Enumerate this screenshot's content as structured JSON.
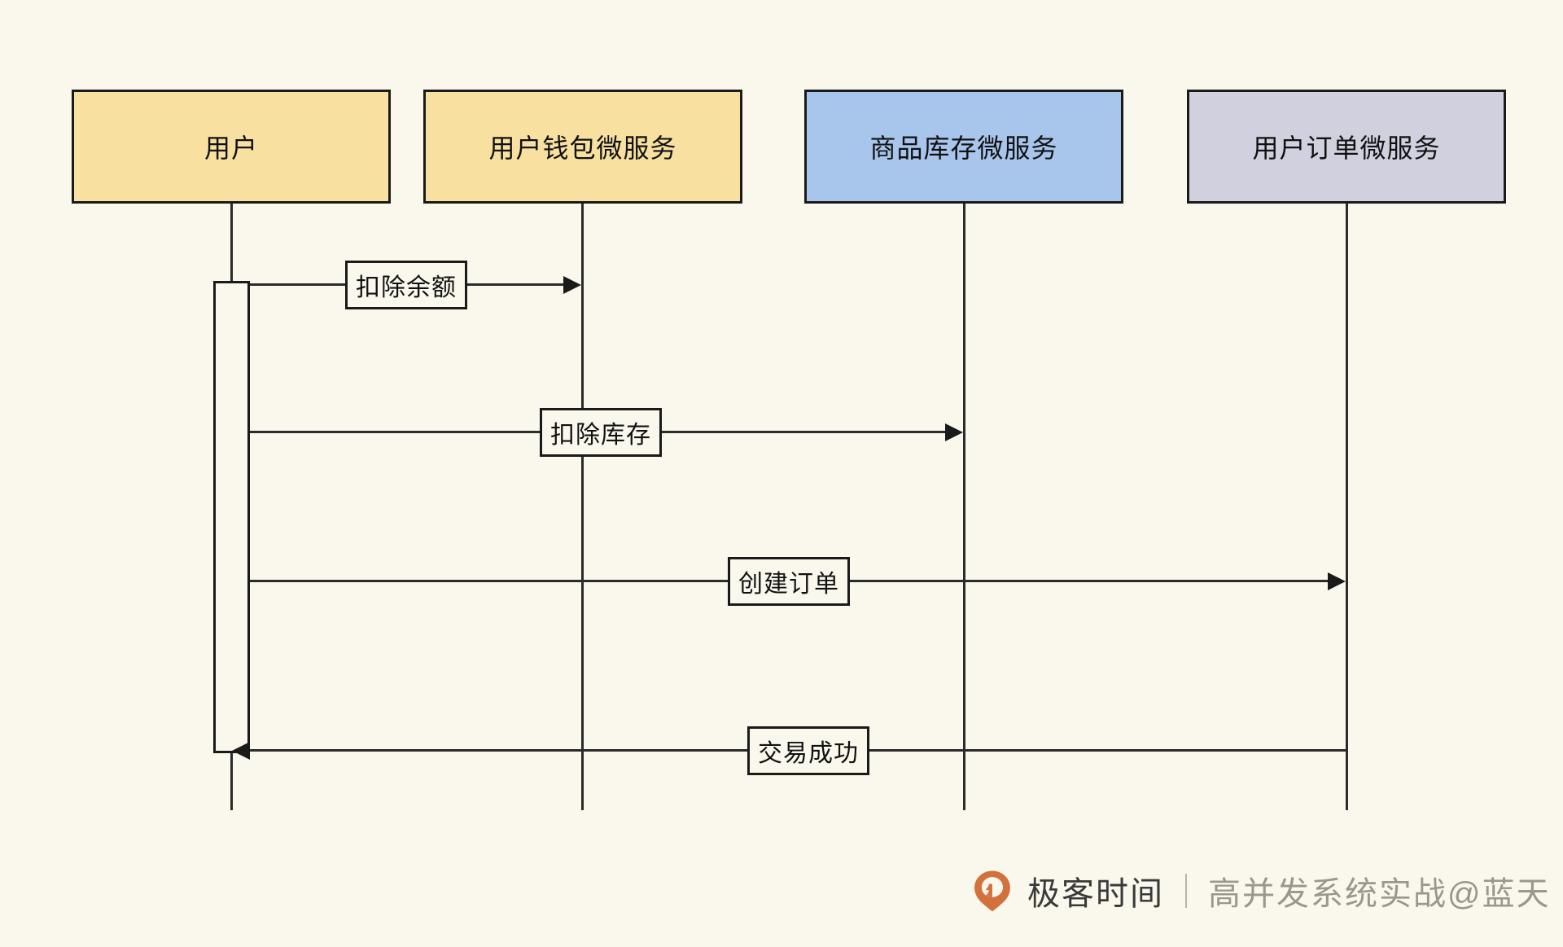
{
  "diagram": {
    "type": "sequence-diagram",
    "background_color": "#faf7ec",
    "line_color": "#2b2b2b",
    "participants": [
      {
        "id": "user",
        "label": "用户",
        "fill": "#f7e0a0"
      },
      {
        "id": "wallet",
        "label": "用户钱包微服务",
        "fill": "#f7e0a0"
      },
      {
        "id": "inventory",
        "label": "商品库存微服务",
        "fill": "#a8c5ec"
      },
      {
        "id": "order",
        "label": "用户订单微服务",
        "fill": "#d0d0df"
      }
    ],
    "messages": [
      {
        "id": "m1",
        "label": "扣除余额",
        "from": "user",
        "to": "wallet",
        "direction": "right"
      },
      {
        "id": "m2",
        "label": "扣除库存",
        "from": "user",
        "to": "inventory",
        "direction": "right"
      },
      {
        "id": "m3",
        "label": "创建订单",
        "from": "user",
        "to": "order",
        "direction": "right"
      },
      {
        "id": "m4",
        "label": "交易成功",
        "from": "order",
        "to": "user",
        "direction": "left"
      }
    ]
  },
  "watermark": {
    "logo_icon": "geekbang-logo-icon",
    "brand": "极客时间",
    "separator": "|",
    "subtitle": "高并发系统实战@蓝天",
    "logo_color": "#d2713b"
  }
}
